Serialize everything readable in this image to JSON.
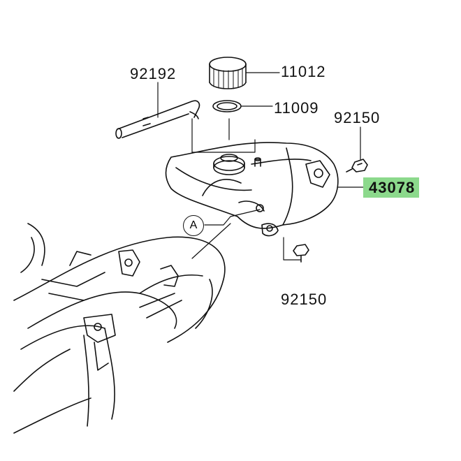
{
  "parts": [
    {
      "id": "p92192",
      "number": "92192"
    },
    {
      "id": "p11012",
      "number": "11012"
    },
    {
      "id": "p11009",
      "number": "11009"
    },
    {
      "id": "p92150a",
      "number": "92150"
    },
    {
      "id": "p43078",
      "number": "43078",
      "highlighted": true,
      "highlight_color": "#8cd98c"
    },
    {
      "id": "p92150b",
      "number": "92150"
    }
  ],
  "callout": {
    "letter": "A"
  },
  "colors": {
    "ink": "#111111",
    "highlight": "#8cd98c"
  }
}
